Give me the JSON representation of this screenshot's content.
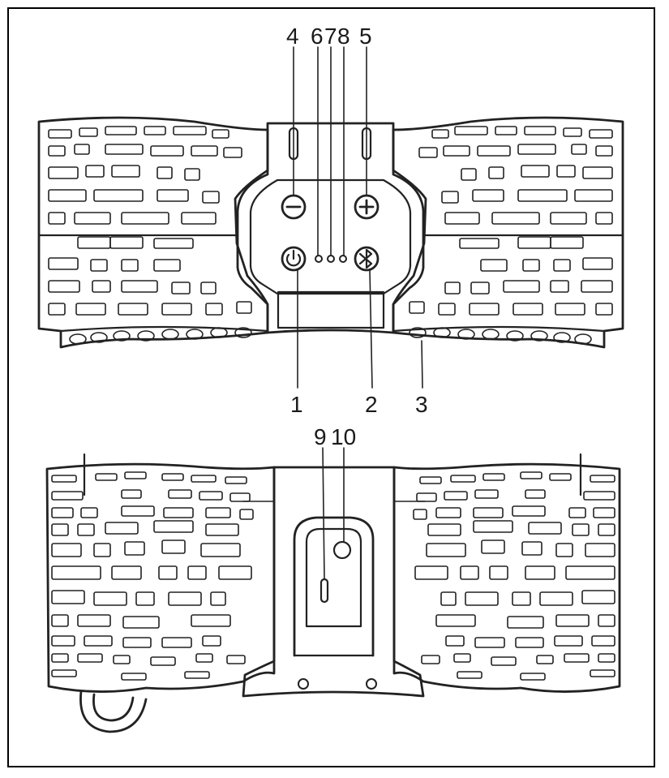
{
  "diagram": {
    "callouts": {
      "power_button": "1",
      "bluetooth_button": "2",
      "speaker_grille": "3",
      "volume_down_button": "4",
      "volume_up_button": "5",
      "led_indicator_6": "6",
      "led_indicator_7": "7",
      "led_indicator_8": "8",
      "charging_port": "9",
      "aux_input": "10"
    },
    "icons": {
      "volume_down": "minus-icon",
      "volume_up": "plus-icon",
      "power": "power-icon",
      "bluetooth": "bluetooth-play-icon"
    },
    "colors": {
      "line": "#222222",
      "background": "#ffffff",
      "frame": "#000000"
    }
  }
}
